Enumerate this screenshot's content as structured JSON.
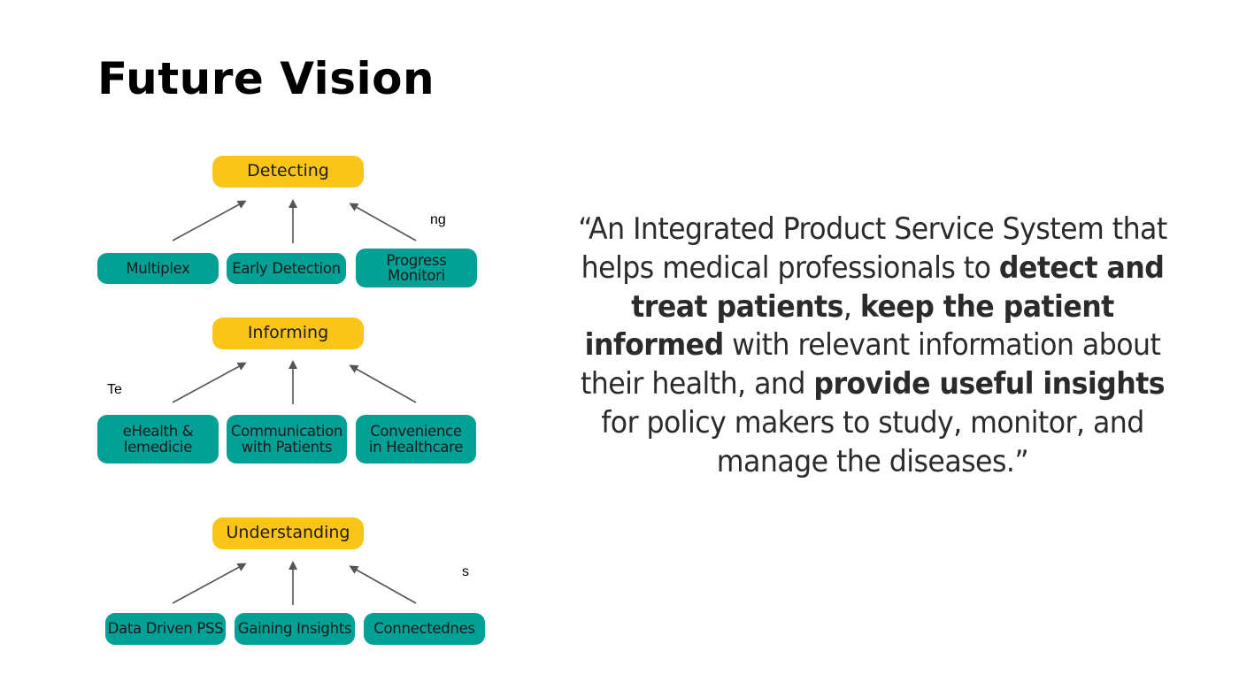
{
  "title": "Future Vision",
  "diagram": {
    "groups": [
      {
        "parent": "Detecting",
        "children": [
          "Multiplex",
          "Early Detection",
          "Progress\nMonitori"
        ],
        "stray_fragment": "ng"
      },
      {
        "parent": "Informing",
        "children": [
          "eHealth &\nlemedicie",
          "Communication\nwith Patients",
          "Convenience\nin Healthcare"
        ],
        "stray_fragment": "Te"
      },
      {
        "parent": "Understanding",
        "children": [
          "Data Driven PSS",
          "Gaining Insights",
          "Connectednes"
        ],
        "stray_fragment": "s"
      }
    ],
    "colors": {
      "parent_fill": "#fbc419",
      "child_fill": "#02a095",
      "arrow": "#555555",
      "pill_text": "#1c1c1c"
    },
    "edges": "each child points to its group's parent"
  },
  "quote": {
    "segments": [
      {
        "text": "“An Integrated Product Service System that helps medical professionals to ",
        "bold": false
      },
      {
        "text": "detect and treat patients",
        "bold": true
      },
      {
        "text": ", ",
        "bold": false
      },
      {
        "text": "keep the patient informed",
        "bold": true
      },
      {
        "text": " with relevant information about their health, and ",
        "bold": false
      },
      {
        "text": "provide useful insights",
        "bold": true
      },
      {
        "text": " for policy makers to study, monitor, and manage the diseases.”",
        "bold": false
      }
    ],
    "text_color": "#2b2b2b"
  }
}
